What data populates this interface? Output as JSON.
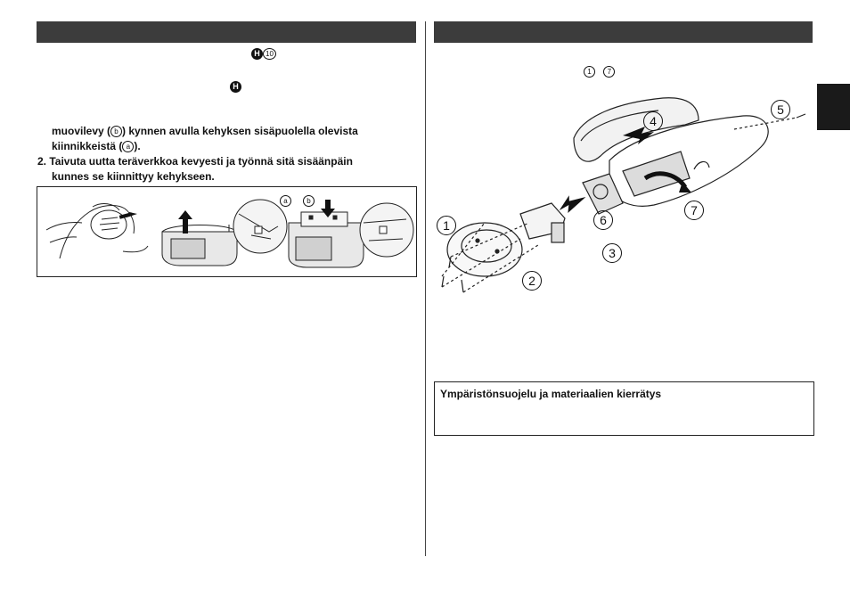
{
  "left": {
    "marker_h10": "H",
    "marker_10": "10",
    "marker_h": "H",
    "para1_line1_a": "muovilevy (",
    "para1_line1_b": "b",
    "para1_line1_c": ") kynnen avulla kehyksen sisäpuolella olevista",
    "para1_line2_a": "kiinnikkeistä (",
    "para1_line2_b": "a",
    "para1_line2_c": ").",
    "step2_line1": "2. Taivuta uutta teräverkkoa kevyesti ja työnnä sitä sisäänpäin",
    "step2_line2": "kunnes se kiinnittyy kehykseen.",
    "figure_labels": [
      "a",
      "b"
    ]
  },
  "right": {
    "step_ref_1": "1",
    "step_ref_7": "7",
    "callouts": [
      "1",
      "2",
      "3",
      "4",
      "5",
      "6",
      "7"
    ],
    "env_title": "Ympäristönsuojelu ja materiaalien kierrätys"
  }
}
